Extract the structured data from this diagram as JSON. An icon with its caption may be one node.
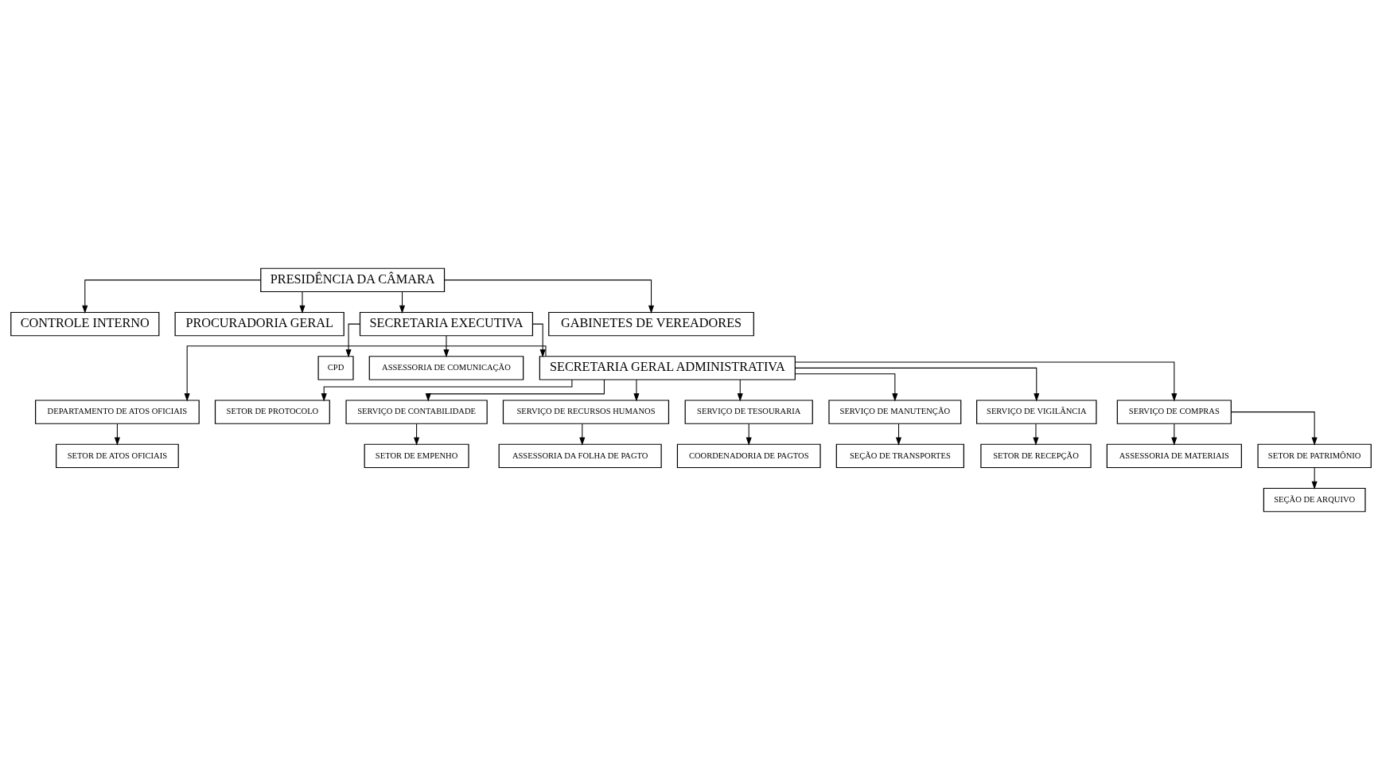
{
  "diagram": {
    "nodes": [
      {
        "text": [
          "PRESIDÊNCIA DA CÂMARA"
        ]
      },
      {
        "text": [
          "CONTROLE INTERNO"
        ]
      },
      {
        "text": [
          "PROCURADORIA GERAL"
        ]
      },
      {
        "text": [
          "SECRETARIA EXECUTIVA"
        ]
      },
      {
        "text": [
          "CPD"
        ]
      },
      {
        "text": [
          "ASSESSORIA DE COMUNICAÇÃO"
        ]
      },
      {
        "text": [
          "SECRETARIA GERAL ADMINISTRATIVA"
        ]
      },
      {
        "text": [
          "DEPARTAMENTO DE ATOS OFICIAIS"
        ]
      },
      {
        "text": [
          "SETOR DE PROTOCOLO"
        ]
      },
      {
        "text": [
          "SETOR DE ATOS OFICIAIS"
        ]
      },
      {
        "text": [
          "SERVIÇO DE CONTABILIDADE"
        ]
      },
      {
        "text": [
          "SERVIÇO DE RECURSOS HUMANOS"
        ]
      },
      {
        "text": [
          "SERVIÇO DE TESOURARIA"
        ]
      },
      {
        "text": [
          "SERVIÇO DE MANUTENÇÃO"
        ]
      },
      {
        "text": [
          "SERVIÇO DE VIGILÂNCIA"
        ]
      },
      {
        "text": [
          "SERVIÇO DE COMPRAS"
        ]
      },
      {
        "text": [
          "ASSESSORIA DE MATERIAIS"
        ]
      },
      {
        "text": [
          "SETOR DE EMPENHO"
        ]
      },
      {
        "text": [
          "ASSESSORIA DA FOLHA DE PAGTO"
        ]
      },
      {
        "text": [
          "COORDENADORIA DE PAGTOS"
        ]
      },
      {
        "text": [
          "SETOR DE RECEPÇÃO"
        ]
      },
      {
        "text": [
          "SETOR DE PATRIMÔNIO"
        ]
      },
      {
        "text": [
          "SEÇÃO DE TRANSPORTES"
        ]
      },
      {
        "text": [
          "SEÇÃO DE ARQUIVO"
        ]
      },
      {
        "text": [
          "GABINETES DE VEREADORES"
        ]
      }
    ],
    "edges": [
      {
        "from": 0,
        "to": 1,
        "arrow": "to"
      },
      {
        "from": 0,
        "to": 2,
        "arrow": "to"
      },
      {
        "from": 0,
        "to": 3,
        "arrow": "to"
      },
      {
        "from": 0,
        "to": 24,
        "arrow": "to"
      },
      {
        "from": 3,
        "to": 6,
        "arrow": "to"
      },
      {
        "from": 3,
        "to": 4,
        "arrow": "to"
      },
      {
        "from": 3,
        "to": 5,
        "arrow": "to"
      },
      {
        "from": 6,
        "to": 8,
        "arrow": "to"
      },
      {
        "from": 6,
        "to": 7,
        "arrow": "to"
      },
      {
        "from": 7,
        "to": 9,
        "arrow": "to"
      },
      {
        "from": 6,
        "to": 10,
        "arrow": "to"
      },
      {
        "from": 6,
        "to": 11,
        "arrow": "to"
      },
      {
        "from": 6,
        "to": 12,
        "arrow": "to"
      },
      {
        "from": 6,
        "to": 13,
        "arrow": "to"
      },
      {
        "from": 6,
        "to": 14,
        "arrow": "to"
      },
      {
        "from": 6,
        "to": 15,
        "arrow": "to"
      },
      {
        "from": 10,
        "to": 17,
        "arrow": "to"
      },
      {
        "from": 11,
        "to": 18,
        "arrow": "to"
      },
      {
        "from": 12,
        "to": 19,
        "arrow": "to"
      },
      {
        "from": 13,
        "to": 22,
        "arrow": "to"
      },
      {
        "from": 14,
        "to": 20,
        "arrow": "to"
      },
      {
        "from": 15,
        "to": 16,
        "arrow": "to"
      },
      {
        "from": 15,
        "to": 21,
        "arrow": "to"
      },
      {
        "from": 21,
        "to": 23,
        "arrow": "to"
      }
    ]
  }
}
